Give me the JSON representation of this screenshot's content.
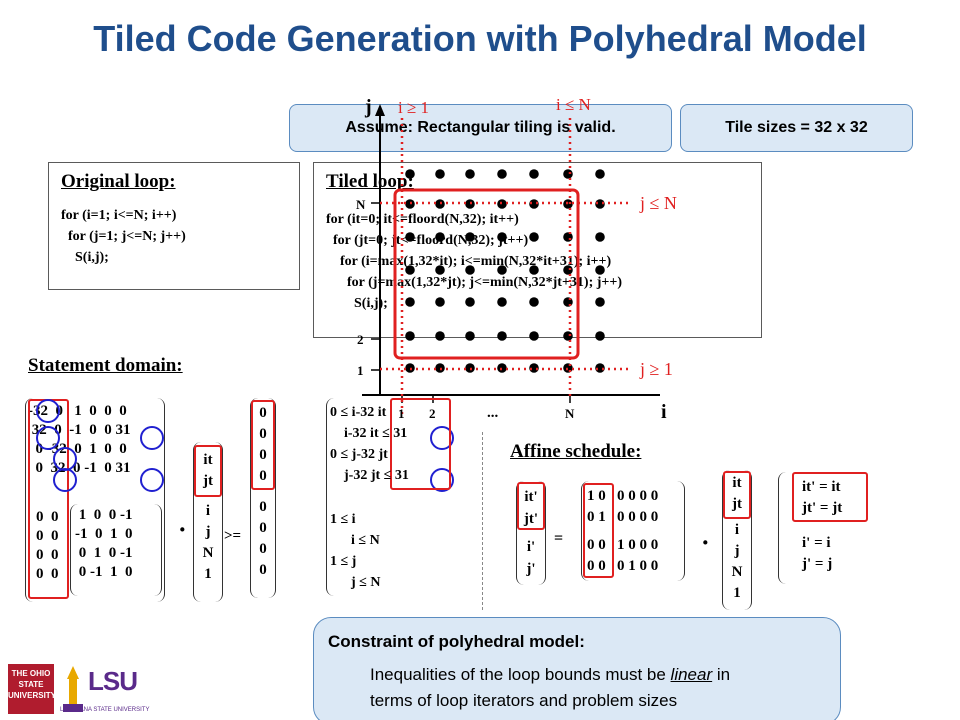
{
  "title": "Tiled Code Generation with Polyhedral Model",
  "assume": "Assume: Rectangular tiling is valid.",
  "tile_sizes": "Tile sizes = 32 x 32",
  "original": {
    "heading": "Original loop:",
    "lines": [
      "for (i=1; i<=N; i++)",
      "  for (j=1; j<=N; j++)",
      "    S(i,j);"
    ]
  },
  "tiled": {
    "heading": "Tiled loop:",
    "lines": [
      "for (it=0; it<=floord(N,32); it++)",
      "  for (jt=0; jt<=floord(N,32); jt++)",
      "    for (i=max(1,32*it); i<=min(N,32*it+31); i++)",
      "      for (j=max(1,32*jt); j<=min(N,32*jt+31); j++)",
      "        S(i,j);"
    ]
  },
  "statement_domain": {
    "heading": "Statement domain:",
    "top_rows": [
      "-32  0   1  0  0  0",
      " 32  0  -1  0  0 31",
      "  0 -32  0  1  0  0",
      "  0  32  0 -1  0 31"
    ],
    "bottom_left": [
      "0  0",
      "0  0",
      "0  0",
      "0  0"
    ],
    "bottom_right": [
      " 1  0  0 -1",
      "-1  0  1  0",
      " 0  1  0 -1",
      " 0 -1  1  0"
    ],
    "vector": [
      "it",
      "jt",
      "i",
      "j",
      "N",
      "1"
    ],
    "dot": "·",
    "ge": ">=",
    "zeros": [
      "0",
      "0",
      "0",
      "0",
      "0",
      "0",
      "0",
      "0"
    ],
    "ineq_top": [
      "0 ≤ i-32 it",
      "    i-32 it ≤ 31",
      "0 ≤ j-32 jt",
      "    j-32 jt ≤ 31"
    ],
    "ineq_bottom": [
      "1 ≤ i",
      "      i ≤ N",
      "1 ≤ j",
      "      j ≤ N"
    ]
  },
  "plot": {
    "axis_i": "i",
    "axis_j": "j",
    "tick_N_y": "N",
    "tick_2_y": "2",
    "tick_1_y": "1",
    "tick_1_x": "1",
    "tick_2_x": "2",
    "tick_N_x": "N",
    "ellipsis": "...",
    "lbl_i_ge_1": "i ≥ 1",
    "lbl_i_le_N": "i ≤ N",
    "lbl_j_le_N": "j ≤ N",
    "lbl_j_ge_1": "j ≥ 1",
    "colors": {
      "red": "#e02020",
      "axis": "#000000"
    }
  },
  "affine": {
    "heading": "Affine schedule:",
    "lhs": [
      "it'",
      "jt'",
      "i'",
      "j'"
    ],
    "eq": "=",
    "m_top": [
      "1 0   0 0 0 0",
      "0 1   0 0 0 0"
    ],
    "m_bottom": [
      "0 0   1 0 0 0",
      "0 0   0 1 0 0"
    ],
    "dot": "·",
    "vector": [
      "it",
      "jt",
      "i",
      "j",
      "N",
      "1"
    ],
    "res_top": [
      "it' = it",
      "jt' = jt"
    ],
    "res_bottom": [
      "i' = i",
      "j' = j"
    ]
  },
  "constraint": {
    "title": "Constraint of polyhedral model:",
    "body_1": "Inequalities of the loop bounds must be ",
    "body_em": "linear",
    "body_2": " in",
    "body_3": "terms of loop iterators and problem sizes"
  },
  "logos": {
    "ohio": "THE OHIO STATE UNIVERSITY",
    "lsu": "LSU",
    "lsu_sub": "LOUISIANA STATE UNIVERSITY"
  }
}
